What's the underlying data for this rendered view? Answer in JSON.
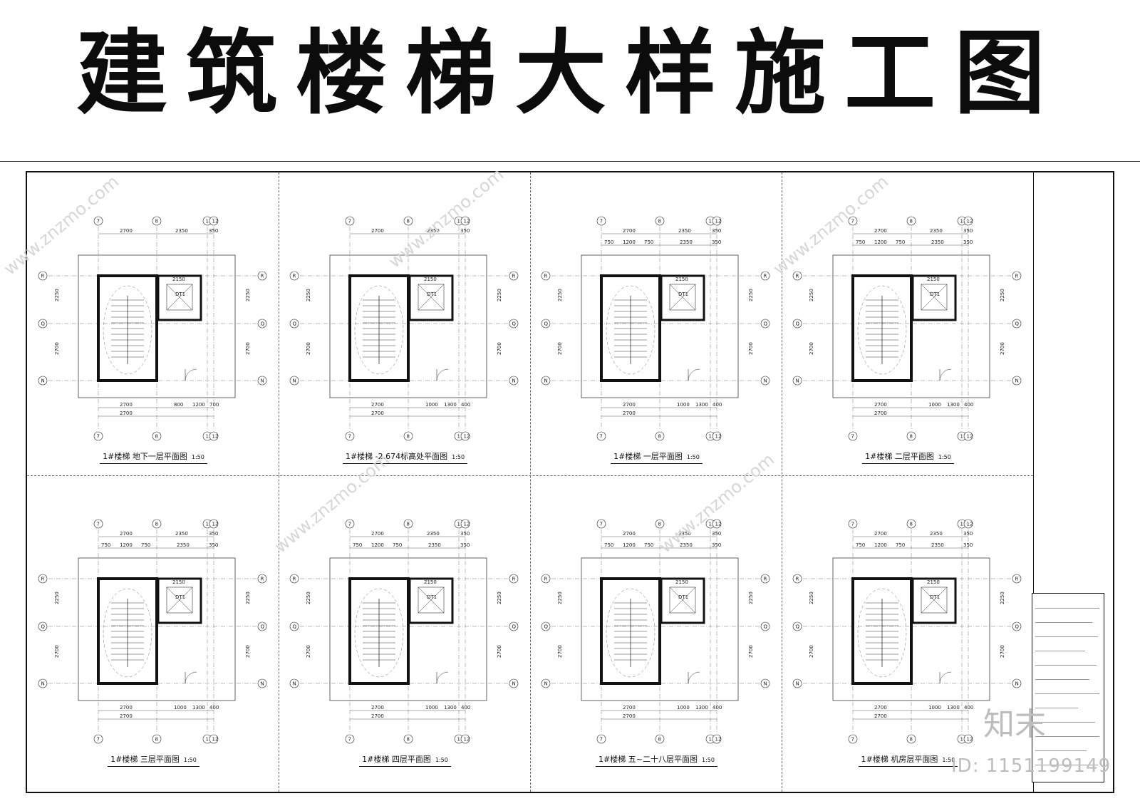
{
  "title": "建筑楼梯大样施工图",
  "plans": [
    {
      "label": "1#楼梯 地下一层平面图",
      "scale": "1:50"
    },
    {
      "label": "1#楼梯 -2.674标高处平面图",
      "scale": "1:50"
    },
    {
      "label": "1#楼梯 一层平面图",
      "scale": "1:50"
    },
    {
      "label": "1#楼梯 二层平面图",
      "scale": "1:50"
    },
    {
      "label": "1#楼梯 三层平面图",
      "scale": "1:50"
    },
    {
      "label": "1#楼梯 四层平面图",
      "scale": "1:50"
    },
    {
      "label": "1#楼梯 五~二十八层平面图",
      "scale": "1:50"
    },
    {
      "label": "1#楼梯 机房层平面图",
      "scale": "1:50"
    }
  ],
  "axes": {
    "columns": [
      "7",
      "8",
      "11",
      "12"
    ],
    "rows": [
      "R",
      "Q",
      "N"
    ]
  },
  "dimensions": {
    "top_total": [
      "2700",
      "2350",
      "350"
    ],
    "top_detail": [
      "750",
      "1200",
      "750",
      "2350",
      "350"
    ],
    "bottom_a": [
      "2700",
      "800",
      "1200",
      "700"
    ],
    "bottom_b": [
      "2700",
      "1000",
      "1300",
      "400"
    ],
    "bottom_total": "2700",
    "side": [
      "2250",
      "2700"
    ],
    "elevator_width": "2150",
    "elevator_label": "DT1"
  },
  "watermark": {
    "logo": "知末",
    "id": "ID: 1151199149",
    "site": "www.znzmo.com"
  }
}
